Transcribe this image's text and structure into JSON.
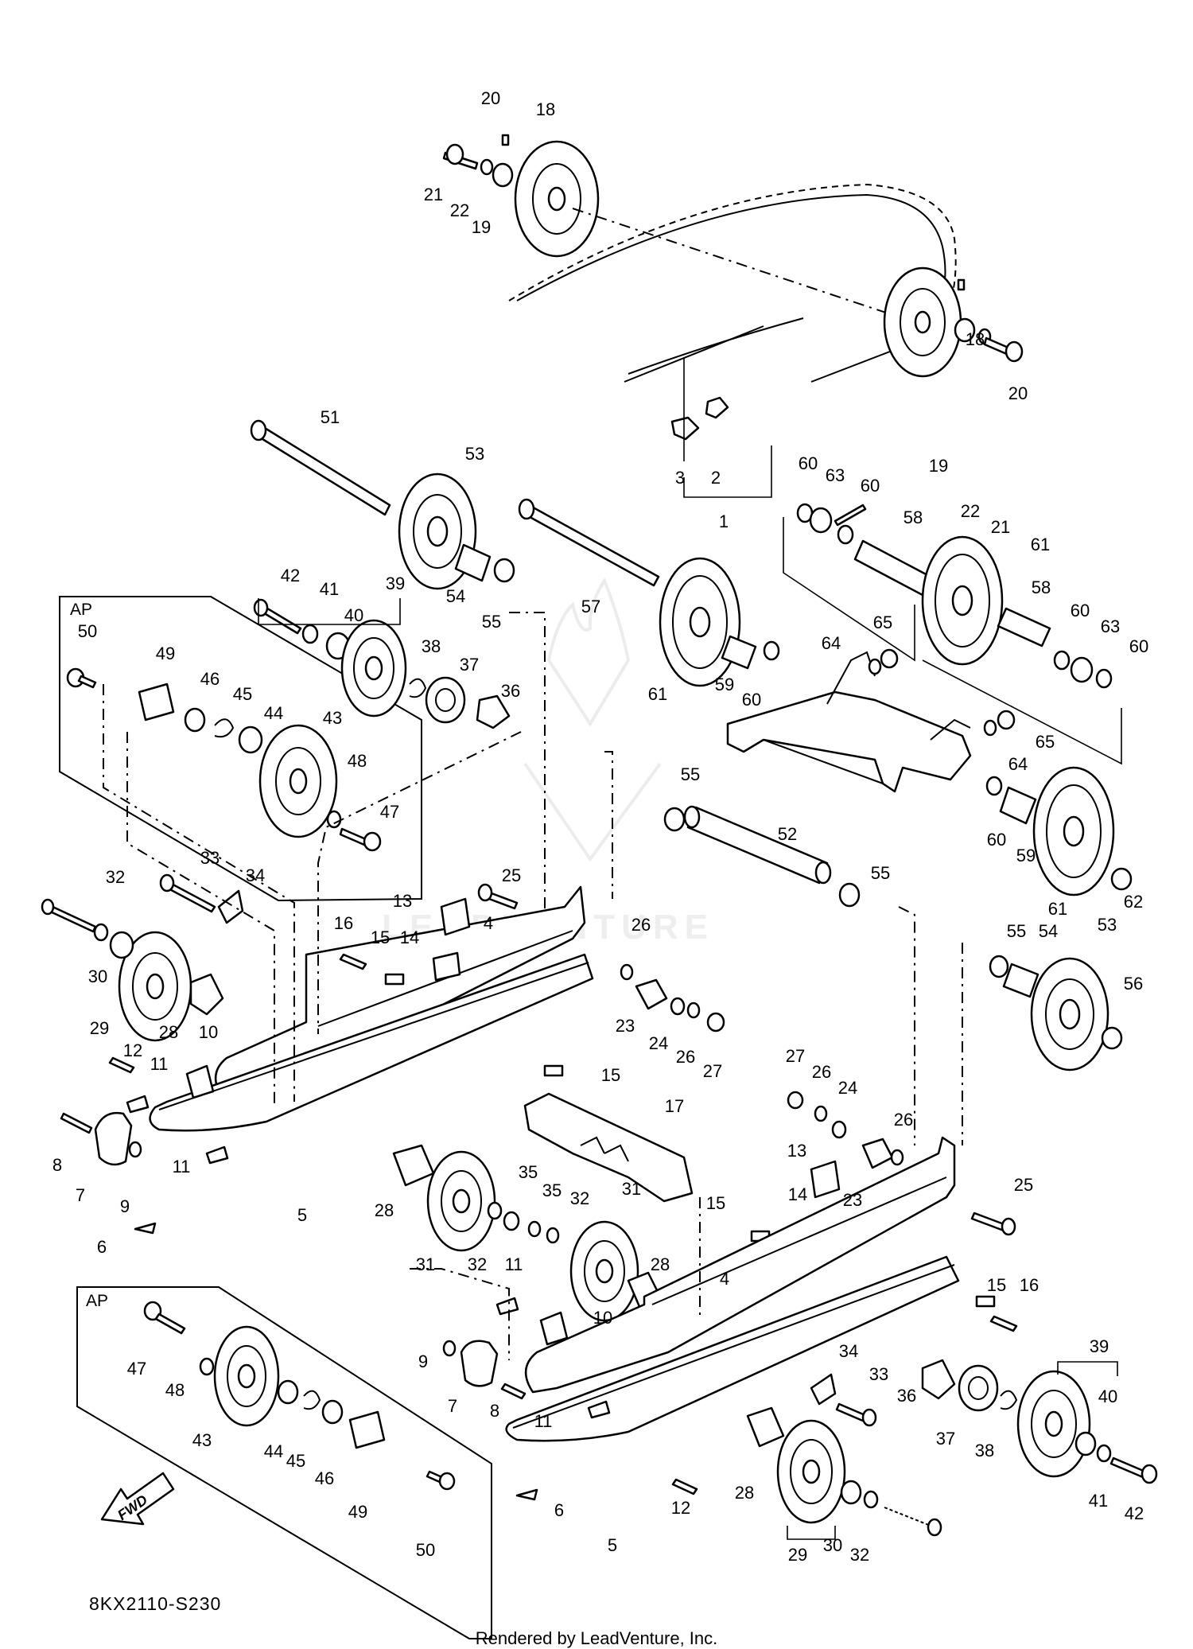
{
  "diagram": {
    "code": "8KX2110-S230",
    "credit": "Rendered by LeadVenture, Inc.",
    "assembly_labels": [
      "AP",
      "AP"
    ],
    "direction_label": "FWD",
    "callouts": [
      {
        "id": "c20a",
        "label": "20"
      },
      {
        "id": "c18a",
        "label": "18"
      },
      {
        "id": "c21a",
        "label": "21"
      },
      {
        "id": "c22a",
        "label": "22"
      },
      {
        "id": "c19a",
        "label": "19"
      },
      {
        "id": "c18b",
        "label": "18"
      },
      {
        "id": "c20b",
        "label": "20"
      },
      {
        "id": "c3",
        "label": "3"
      },
      {
        "id": "c2",
        "label": "2"
      },
      {
        "id": "c1",
        "label": "1"
      },
      {
        "id": "c19b",
        "label": "19"
      },
      {
        "id": "c22b",
        "label": "22"
      },
      {
        "id": "c21b",
        "label": "21"
      },
      {
        "id": "c51",
        "label": "51"
      },
      {
        "id": "c53a",
        "label": "53"
      },
      {
        "id": "c60a",
        "label": "60"
      },
      {
        "id": "c63a",
        "label": "63"
      },
      {
        "id": "c60b",
        "label": "60"
      },
      {
        "id": "c58a",
        "label": "58"
      },
      {
        "id": "c61a",
        "label": "61"
      },
      {
        "id": "c42a",
        "label": "42"
      },
      {
        "id": "c41a",
        "label": "41"
      },
      {
        "id": "c39a",
        "label": "39"
      },
      {
        "id": "c40a",
        "label": "40"
      },
      {
        "id": "c54a",
        "label": "54"
      },
      {
        "id": "c55a",
        "label": "55"
      },
      {
        "id": "c57",
        "label": "57"
      },
      {
        "id": "c58b",
        "label": "58"
      },
      {
        "id": "c60c",
        "label": "60"
      },
      {
        "id": "c63b",
        "label": "63"
      },
      {
        "id": "c60d",
        "label": "60"
      },
      {
        "id": "c65a",
        "label": "65"
      },
      {
        "id": "c64a",
        "label": "64"
      },
      {
        "id": "c50a",
        "label": "50"
      },
      {
        "id": "c49a",
        "label": "49"
      },
      {
        "id": "c46a",
        "label": "46"
      },
      {
        "id": "c45a",
        "label": "45"
      },
      {
        "id": "c44a",
        "label": "44"
      },
      {
        "id": "c38a",
        "label": "38"
      },
      {
        "id": "c37a",
        "label": "37"
      },
      {
        "id": "c36a",
        "label": "36"
      },
      {
        "id": "c43a",
        "label": "43"
      },
      {
        "id": "c59a",
        "label": "59"
      },
      {
        "id": "c60e",
        "label": "60"
      },
      {
        "id": "c61b",
        "label": "61"
      },
      {
        "id": "c65b",
        "label": "65"
      },
      {
        "id": "c64b",
        "label": "64"
      },
      {
        "id": "c48a",
        "label": "48"
      },
      {
        "id": "c47a",
        "label": "47"
      },
      {
        "id": "c55b",
        "label": "55"
      },
      {
        "id": "c52",
        "label": "52"
      },
      {
        "id": "c60f",
        "label": "60"
      },
      {
        "id": "c59b",
        "label": "59"
      },
      {
        "id": "c55c",
        "label": "55"
      },
      {
        "id": "c62",
        "label": "62"
      },
      {
        "id": "c61c",
        "label": "61"
      },
      {
        "id": "c32a",
        "label": "32"
      },
      {
        "id": "c33a",
        "label": "33"
      },
      {
        "id": "c34a",
        "label": "34"
      },
      {
        "id": "c25a",
        "label": "25"
      },
      {
        "id": "c13a",
        "label": "13"
      },
      {
        "id": "c16a",
        "label": "16"
      },
      {
        "id": "c15a",
        "label": "15"
      },
      {
        "id": "c14a",
        "label": "14"
      },
      {
        "id": "c4a",
        "label": "4"
      },
      {
        "id": "c26a",
        "label": "26"
      },
      {
        "id": "c55d",
        "label": "55"
      },
      {
        "id": "c54b",
        "label": "54"
      },
      {
        "id": "c53b",
        "label": "53"
      },
      {
        "id": "c56",
        "label": "56"
      },
      {
        "id": "c30a",
        "label": "30"
      },
      {
        "id": "c29a",
        "label": "29"
      },
      {
        "id": "c28a",
        "label": "28"
      },
      {
        "id": "c10a",
        "label": "10"
      },
      {
        "id": "c12a",
        "label": "12"
      },
      {
        "id": "c11a",
        "label": "11"
      },
      {
        "id": "c23a",
        "label": "23"
      },
      {
        "id": "c24a",
        "label": "24"
      },
      {
        "id": "c26b",
        "label": "26"
      },
      {
        "id": "c27a",
        "label": "27"
      },
      {
        "id": "c15b",
        "label": "15"
      },
      {
        "id": "c27b",
        "label": "27"
      },
      {
        "id": "c26c",
        "label": "26"
      },
      {
        "id": "c24b",
        "label": "24"
      },
      {
        "id": "c17",
        "label": "17"
      },
      {
        "id": "c26d",
        "label": "26"
      },
      {
        "id": "c8a",
        "label": "8"
      },
      {
        "id": "c7a",
        "label": "7"
      },
      {
        "id": "c9a",
        "label": "9"
      },
      {
        "id": "c11b",
        "label": "11"
      },
      {
        "id": "c13b",
        "label": "13"
      },
      {
        "id": "c23b",
        "label": "23"
      },
      {
        "id": "c25b",
        "label": "25"
      },
      {
        "id": "c14b",
        "label": "14"
      },
      {
        "id": "c28b",
        "label": "28"
      },
      {
        "id": "c35a",
        "label": "35"
      },
      {
        "id": "c35b",
        "label": "35"
      },
      {
        "id": "c32b",
        "label": "32"
      },
      {
        "id": "c31a",
        "label": "31"
      },
      {
        "id": "c31b",
        "label": "31"
      },
      {
        "id": "c32c",
        "label": "32"
      },
      {
        "id": "c15c",
        "label": "15"
      },
      {
        "id": "c6a",
        "label": "6"
      },
      {
        "id": "c5a",
        "label": "5"
      },
      {
        "id": "c11c",
        "label": "11"
      },
      {
        "id": "c28c",
        "label": "28"
      },
      {
        "id": "c4b",
        "label": "4"
      },
      {
        "id": "c15d",
        "label": "15"
      },
      {
        "id": "c16b",
        "label": "16"
      },
      {
        "id": "c47b",
        "label": "47"
      },
      {
        "id": "c48b",
        "label": "48"
      },
      {
        "id": "c10b",
        "label": "10"
      },
      {
        "id": "c9b",
        "label": "9"
      },
      {
        "id": "c7b",
        "label": "7"
      },
      {
        "id": "c34b",
        "label": "34"
      },
      {
        "id": "c33b",
        "label": "33"
      },
      {
        "id": "c39b",
        "label": "39"
      },
      {
        "id": "c40b",
        "label": "40"
      },
      {
        "id": "c43b",
        "label": "43"
      },
      {
        "id": "c44b",
        "label": "44"
      },
      {
        "id": "c45b",
        "label": "45"
      },
      {
        "id": "c46b",
        "label": "46"
      },
      {
        "id": "c8b",
        "label": "8"
      },
      {
        "id": "c11d",
        "label": "11"
      },
      {
        "id": "c36b",
        "label": "36"
      },
      {
        "id": "c37b",
        "label": "37"
      },
      {
        "id": "c38b",
        "label": "38"
      },
      {
        "id": "c49b",
        "label": "49"
      },
      {
        "id": "c6b",
        "label": "6"
      },
      {
        "id": "c12b",
        "label": "12"
      },
      {
        "id": "c28d",
        "label": "28"
      },
      {
        "id": "c41b",
        "label": "41"
      },
      {
        "id": "c42b",
        "label": "42"
      },
      {
        "id": "c50b",
        "label": "50"
      },
      {
        "id": "c5b",
        "label": "5"
      },
      {
        "id": "c30b",
        "label": "30"
      },
      {
        "id": "c29b",
        "label": "29"
      },
      {
        "id": "c32d",
        "label": "32"
      }
    ]
  }
}
